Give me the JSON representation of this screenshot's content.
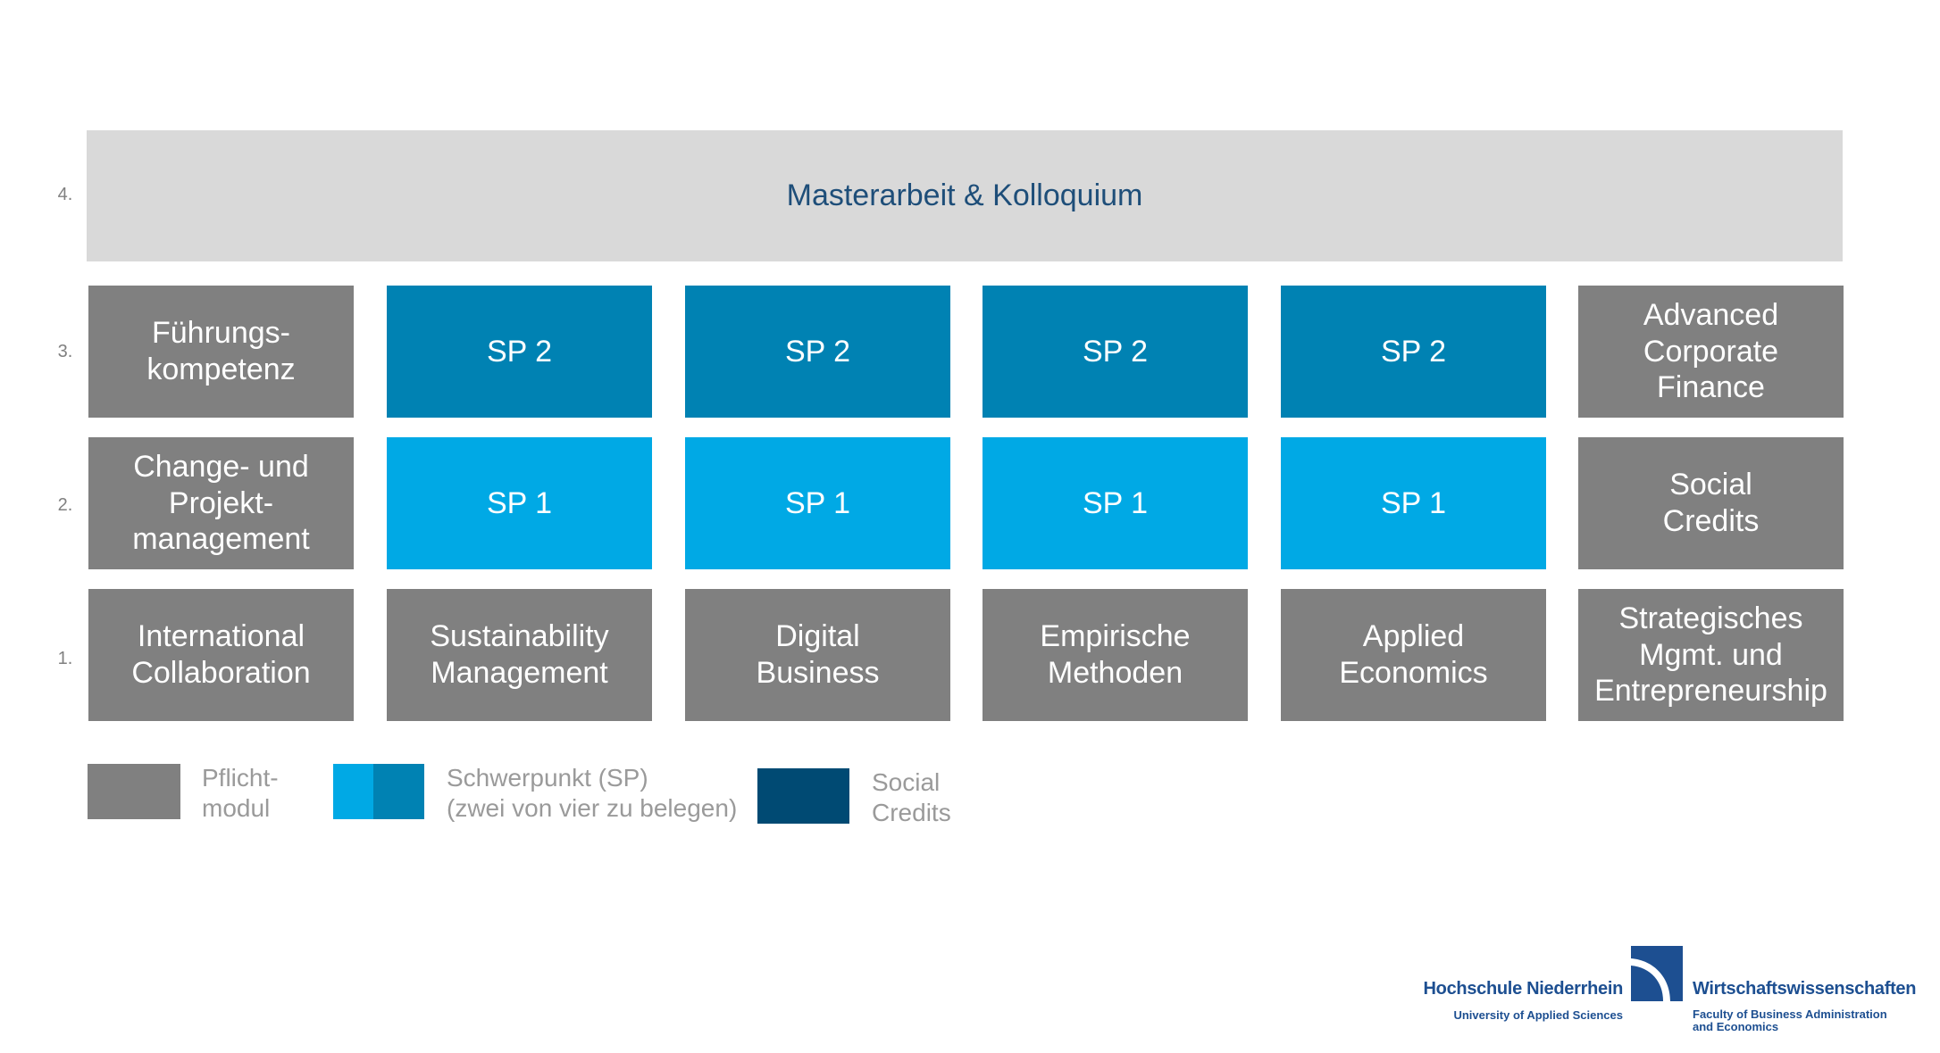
{
  "semesters": {
    "s4": "4.",
    "s3": "3.",
    "s2": "2.",
    "s1": "1."
  },
  "thesis": "Masterarbeit & Kolloquium",
  "row3": [
    "Führungs-\nkompetenz",
    "SP 2",
    "SP 2",
    "SP 2",
    "SP 2",
    "Advanced\nCorporate\nFinance"
  ],
  "row2": [
    "Change- und\nProjekt-\nmanagement",
    "SP 1",
    "SP 1",
    "SP 1",
    "SP 1",
    "Social\nCredits"
  ],
  "row1": [
    "International\nCollaboration",
    "Sustainability\nManagement",
    "Digital\nBusiness",
    "Empirische\nMethoden",
    "Applied\nEconomics",
    "Strategisches\nMgmt. und\nEntrepreneurship"
  ],
  "legend": {
    "pflicht": "Pflicht-\nmodul",
    "schwerpunkt": "Schwerpunkt (SP)\n(zwei von vier zu belegen)",
    "social": "Social\nCredits"
  },
  "colors": {
    "pflicht": "#808080",
    "sp1": "#00a9e5",
    "sp2": "#0082b3",
    "social": "#004a73",
    "thesis_bg": "#d9d9d9",
    "brand": "#1d4f91"
  },
  "logo": {
    "left_title": "Hochschule Niederrhein",
    "left_sub": "University of Applied Sciences",
    "right_title": "Wirtschaftswissenschaften",
    "right_sub": "Faculty of Business Administration and Economics"
  }
}
